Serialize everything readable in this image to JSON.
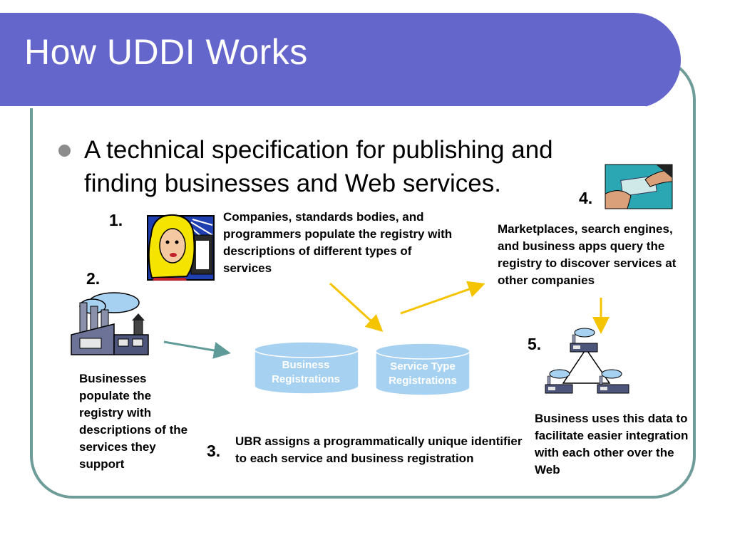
{
  "slide": {
    "title": "How UDDI Works",
    "bullet": "A technical specification for publishing and finding businesses and Web services."
  },
  "steps": {
    "one": {
      "number": "1.",
      "text": "Companies, standards bodies, and programmers populate the registry with descriptions of different types of services"
    },
    "two": {
      "number": "2.",
      "text": "Businesses populate the registry with descriptions of the services they support"
    },
    "three": {
      "number": "3.",
      "text": "UBR assigns a programmatically unique identifier to each service and business registration"
    },
    "four": {
      "number": "4.",
      "text": "Marketplaces, search engines, and business apps query the registry to discover services at other companies"
    },
    "five": {
      "number": "5.",
      "text": "Business uses this data to facilitate easier integration with each other over the Web"
    }
  },
  "registries": {
    "business": "Business Registrations",
    "service_type": "Service Type Registrations"
  },
  "colors": {
    "title_bar": "#6566cb",
    "frame": "#6e9c98",
    "yellow_arrow": "#f5c400",
    "teal_arrow": "#5f9b98",
    "cylinder": "#a7d1f1"
  },
  "icons": {
    "person": "woman-at-computer-icon",
    "factory": "factory-icon",
    "handshake": "exchange-hands-icon",
    "network": "factory-network-icon"
  }
}
